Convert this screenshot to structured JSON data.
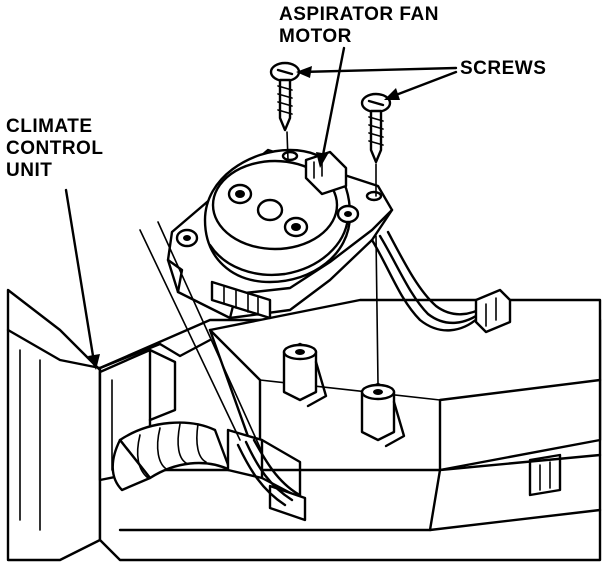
{
  "labels": {
    "aspirator_line1": "ASPIRATOR FAN",
    "aspirator_line2": "MOTOR",
    "screws": "SCREWS",
    "climate_line1": "CLIMATE",
    "climate_line2": "CONTROL",
    "climate_line3": "UNIT"
  }
}
